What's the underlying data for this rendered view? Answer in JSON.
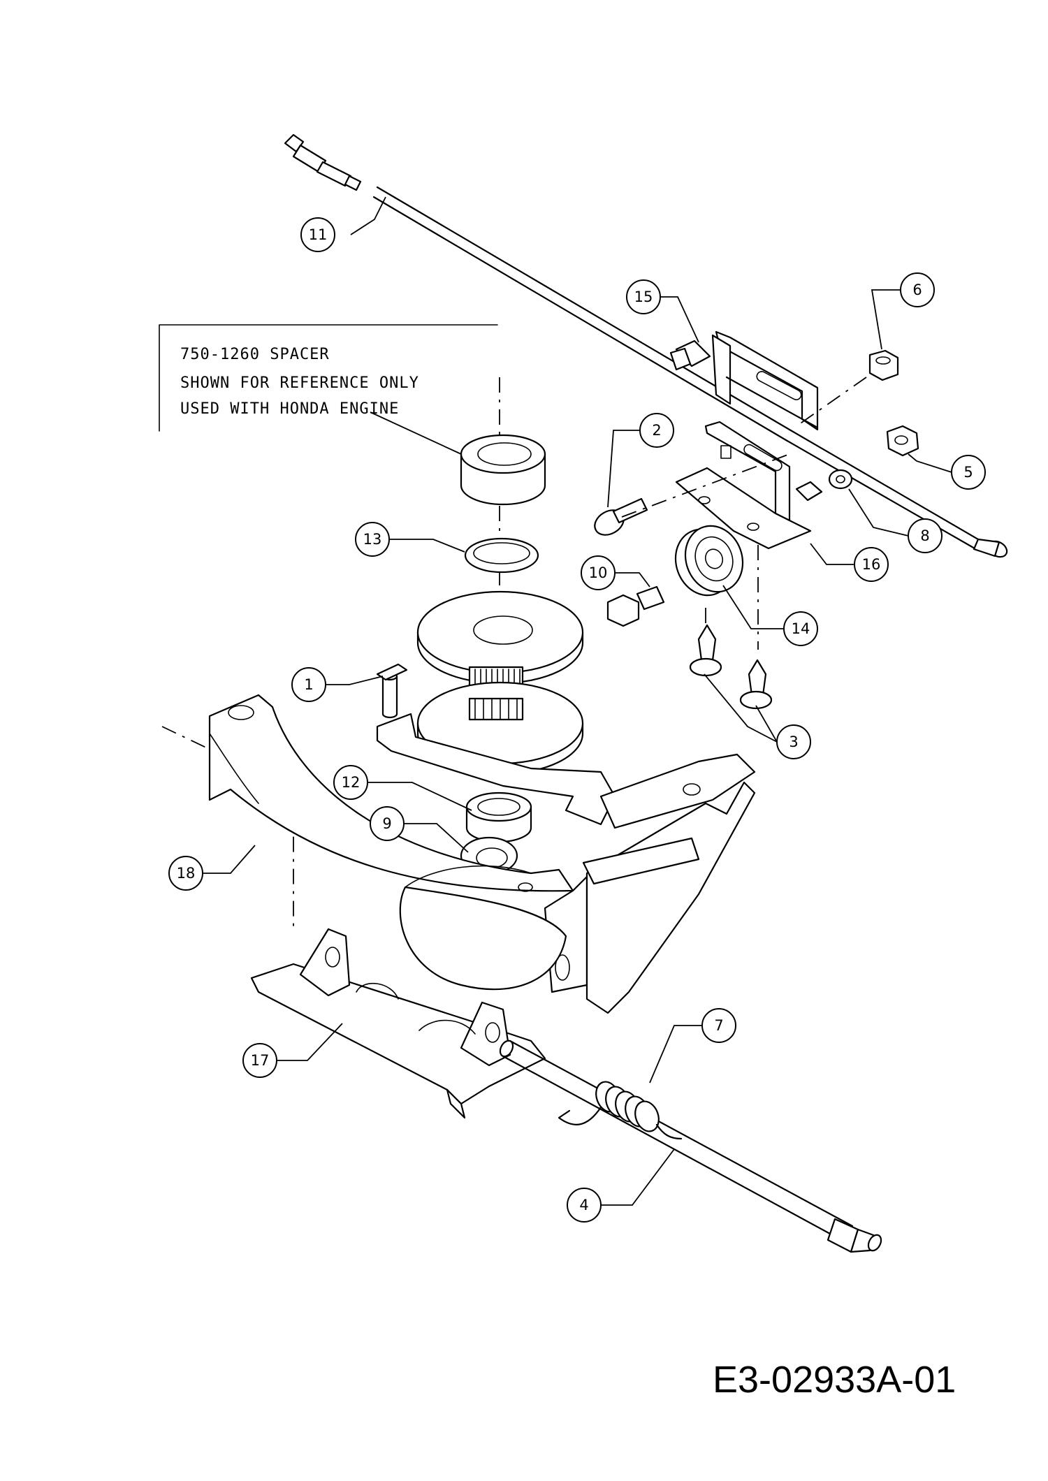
{
  "note": {
    "lines": [
      "750-1260 SPACER",
      "SHOWN FOR REFERENCE ONLY",
      "USED WITH HONDA ENGINE"
    ]
  },
  "callouts": [
    "1",
    "2",
    "3",
    "4",
    "5",
    "6",
    "7",
    "8",
    "9",
    "10",
    "11",
    "12",
    "13",
    "14",
    "15",
    "16",
    "17",
    "18"
  ],
  "drawing_number": "E3-02933A-01"
}
